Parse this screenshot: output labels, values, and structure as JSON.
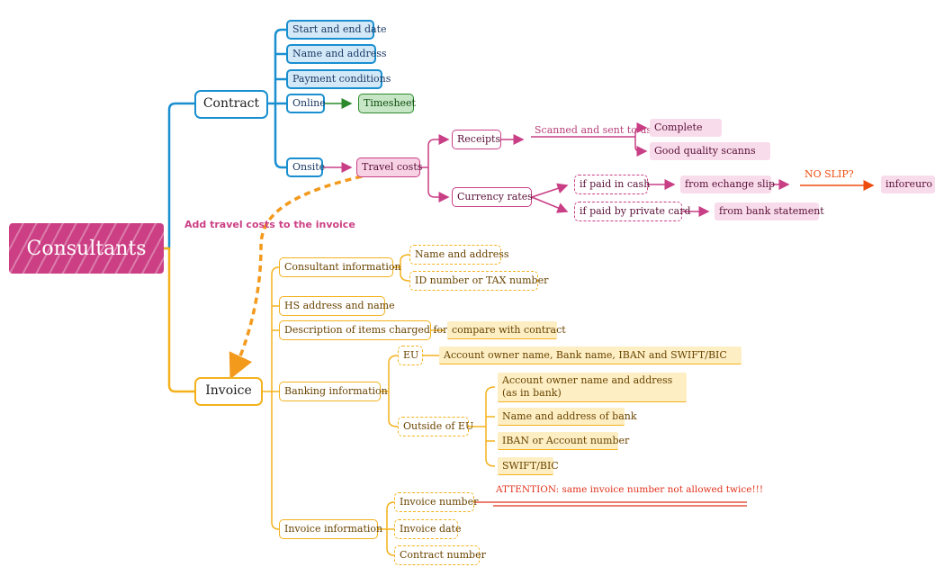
{
  "root": "Consultants",
  "contract": {
    "label": "Contract",
    "start_end": "Start and end date",
    "name_address": "Name and address",
    "payment": "Payment conditions",
    "online": "Online",
    "timesheet": "Timesheet",
    "onsite": "Onsite",
    "travel_costs": "Travel costs",
    "receipts": "Receipts",
    "scanned": "Scanned and sent to us",
    "complete": "Complete",
    "good_quality": "Good quality scanns",
    "currency": "Currency rates",
    "paid_cash": "if paid in cash",
    "echange_slip": "from echange slip",
    "no_slip": "NO SLIP?",
    "inforeuro": "inforeuro",
    "paid_card": "if paid by private card",
    "bank_statement": "from bank statement"
  },
  "annotation": "Add travel costs to the invoice",
  "invoice": {
    "label": "Invoice",
    "consultant_info": "Consultant information",
    "name_address": "Name and address",
    "id_tax": "ID number or TAX number",
    "hs_address": "HS address and name",
    "description": "Description of items charged for",
    "compare": "compare with contract",
    "banking": "Banking information",
    "eu": "EU",
    "eu_details": "Account owner name, Bank name, IBAN and SWIFT/BIC",
    "outside_eu": "Outside of EU",
    "owner_address": "Account owner name and address (as in bank)",
    "bank_address": "Name and address of bank",
    "iban": "IBAN or Account number",
    "swift": "SWIFT/BIC",
    "invoice_info": "Invoice information",
    "invoice_number": "Invoice number",
    "attention": "ATTENTION: same invoice number not allowed twice!!!",
    "invoice_date": "Invoice date",
    "contract_number": "Contract number"
  },
  "colors": {
    "root": "#cc3f84",
    "contract_branch": "#1a8fd0",
    "invoice_branch": "#f3b21d",
    "travel_branch": "#c93f86",
    "online_branch": "#2c8a2c",
    "no_slip": "#ee4c0e",
    "annotation": "#cc3f84",
    "attention": "#e0321c"
  }
}
